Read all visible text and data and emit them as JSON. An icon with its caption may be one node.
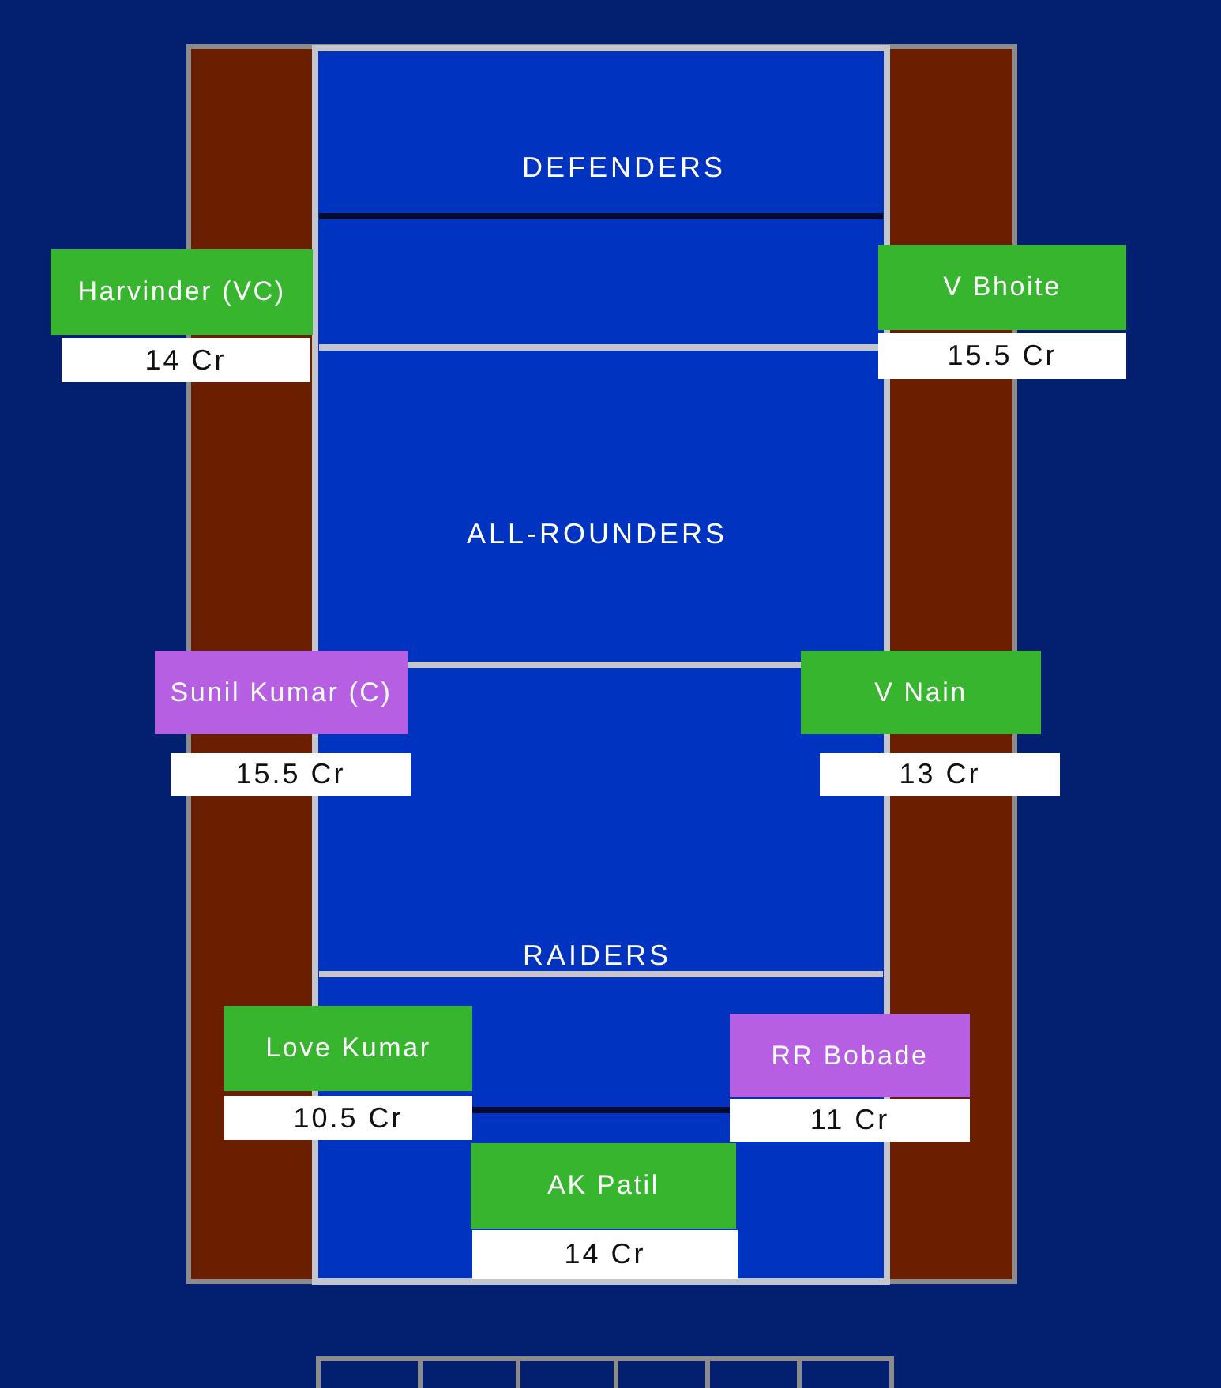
{
  "diagram": {
    "nodes": [
      {
        "text": [
          "Harvinder (VC)"
        ],
        "beside": [
          "14 Cr"
        ]
      },
      {
        "text": [
          "V Bhoite"
        ],
        "beside": [
          "15.5 Cr"
        ]
      },
      {
        "text": [
          "Sunil Kumar (C)"
        ],
        "beside": [
          "15.5 Cr"
        ]
      },
      {
        "text": [
          "V Nain"
        ],
        "beside": [
          "13 Cr"
        ]
      },
      {
        "text": [
          "Love Kumar"
        ],
        "beside": [
          "10.5 Cr"
        ]
      },
      {
        "text": [
          "RR Bobade"
        ],
        "beside": [
          "11 Cr"
        ]
      },
      {
        "text": [
          "AK Patil"
        ],
        "beside": [
          "14 Cr"
        ]
      }
    ],
    "labels": [
      "DEFENDERS",
      "ALL-ROUNDERS",
      "RAIDERS"
    ]
  }
}
